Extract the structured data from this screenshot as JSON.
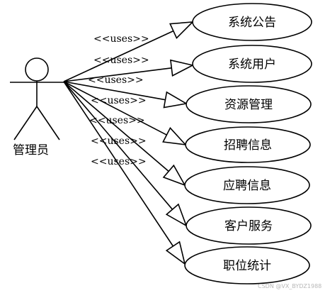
{
  "actor": {
    "label": "管理员"
  },
  "relation_label": "<<uses>>",
  "use_cases": [
    {
      "label": "系统公告"
    },
    {
      "label": "系统用户"
    },
    {
      "label": "资源管理"
    },
    {
      "label": "招聘信息"
    },
    {
      "label": "应聘信息"
    },
    {
      "label": "客户服务"
    },
    {
      "label": "职位统计"
    }
  ],
  "watermark": "CSDN @VX_BYDZ1988",
  "colors": {
    "line": "#000000",
    "background": "#ffffff",
    "watermark": "#b8b8b8"
  }
}
